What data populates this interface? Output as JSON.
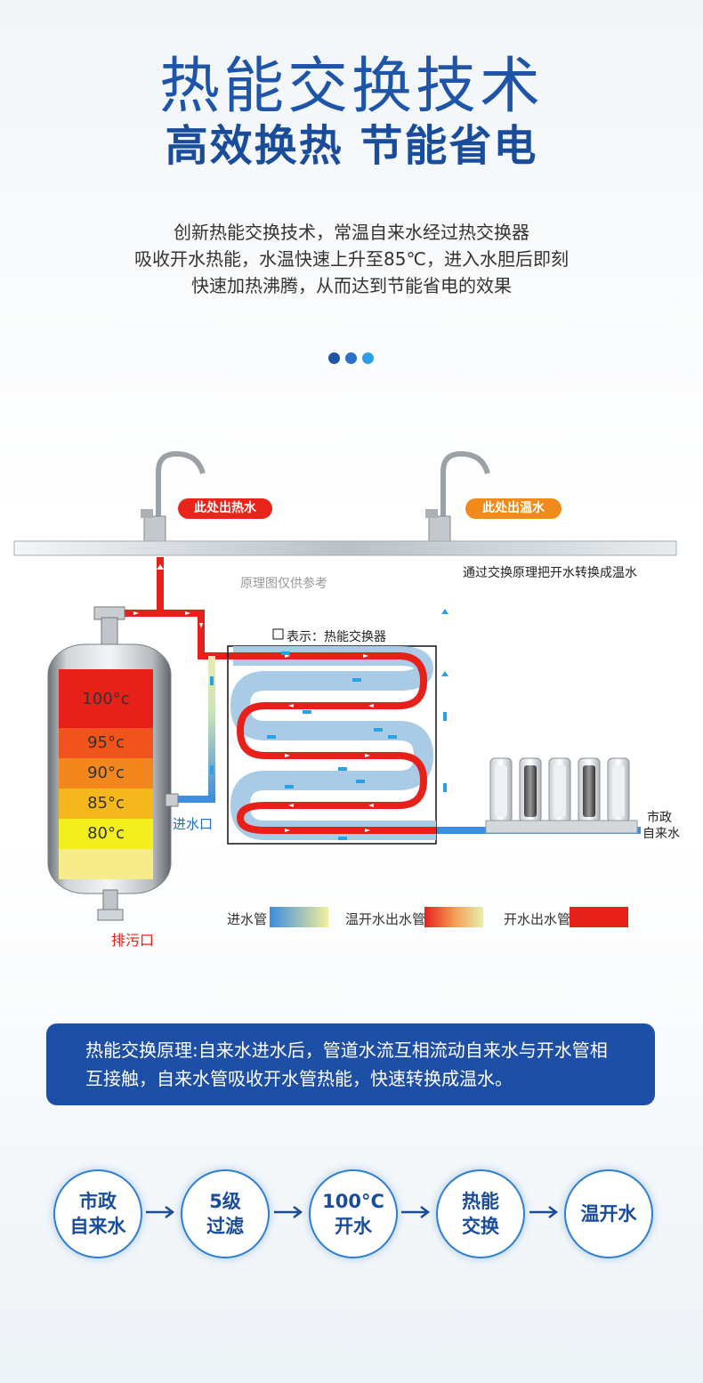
{
  "header": {
    "title": "热能交换技术",
    "subtitle": "高效换热 节能省电",
    "description": [
      "创新热能交换技术，常温自来水经过热交换器",
      "吸收开水热能，水温快速上升至85℃，进入水胆后即刻",
      "快速加热沸腾，从而达到节能省电的效果"
    ],
    "dots": [
      "#1f55a8",
      "#2a6fc9",
      "#2aa0e8"
    ]
  },
  "diagram": {
    "hot_outlet_label": "此处出热水",
    "warm_outlet_label": "此处出温水",
    "warm_note": "通过交换原理把开水转换成温水",
    "reference_note": "原理图仅供参考",
    "exchanger_legend": "表示：热能交换器",
    "inlet_label": "进水口",
    "drain_label": "排污口",
    "city_water_label": [
      "市政",
      "自来水"
    ],
    "tank_temps": [
      "100°c",
      "95°c",
      "90°c",
      "85°c",
      "80°c"
    ],
    "tank_colors": [
      "#e8201a",
      "#f0541c",
      "#f3861c",
      "#f5b81c",
      "#f3ef1e",
      "#f6ed8a"
    ],
    "filter_count": 5,
    "colors": {
      "hot": "#e8201a",
      "cold": "#3d8de0",
      "warm_light": "#dfe9a0",
      "arrow_blue": "#2aa0e8"
    }
  },
  "legend": {
    "inlet_pipe": "进水管",
    "warm_pipe": "温开水出水管",
    "hot_pipe": "开水出水管"
  },
  "banner": {
    "line1": "热能交换原理:自来水进水后，管道水流互相流动自来水与开水管相",
    "line2": "互接触，自来水管吸收开水管热能，快速转换成温水。"
  },
  "flow": [
    [
      "市政",
      "自来水"
    ],
    [
      "5级",
      "过滤"
    ],
    [
      "100°C",
      "开水"
    ],
    [
      "热能",
      "交换"
    ],
    [
      "温开水"
    ]
  ]
}
